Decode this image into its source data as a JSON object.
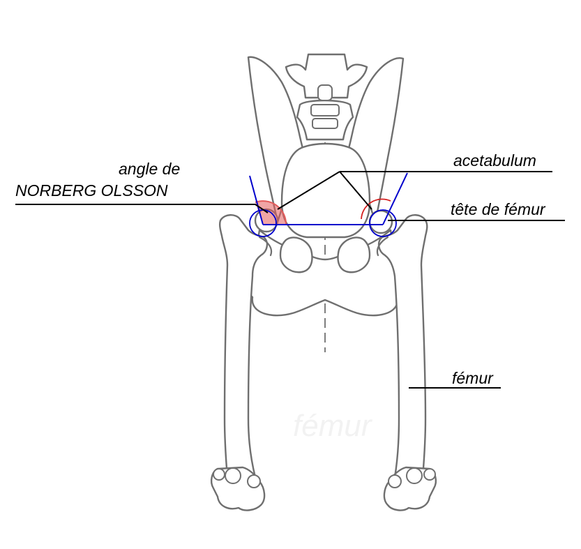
{
  "labels": {
    "angle_line1": "angle de",
    "angle_line2": "NORBERG OLSSON",
    "acetabulum": "acetabulum",
    "femoral_head": "tête de fémur",
    "femur": "fémur",
    "watermark": "fémur"
  },
  "colors": {
    "bone_outline": "#6f6f6f",
    "measurement_lines": "#0000cc",
    "angle_fill": "#e35b5b",
    "acetabulum_arc": "#d42020",
    "leader_lines": "#000000"
  }
}
